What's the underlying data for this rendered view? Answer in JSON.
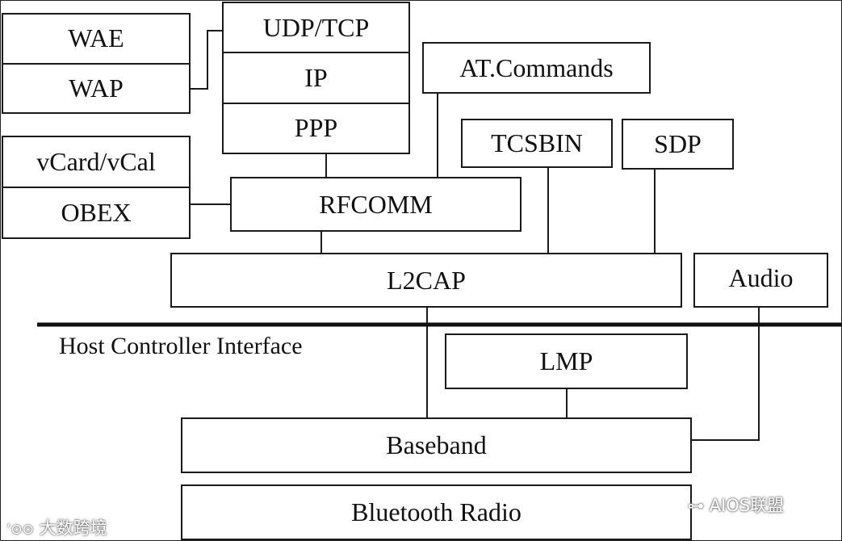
{
  "diagram": {
    "boxes": {
      "wae": "WAE",
      "wap": "WAP",
      "udp_tcp": "UDP/TCP",
      "ip": "IP",
      "ppp": "PPP",
      "at_commands": "AT.Commands",
      "vcard_vcal": "vCard/vCal",
      "obex": "OBEX",
      "tcsbin": "TCSBIN",
      "sdp": "SDP",
      "rfcomm": "RFCOMM",
      "l2cap": "L2CAP",
      "audio": "Audio",
      "lmp": "LMP",
      "baseband": "Baseband",
      "bluetooth_radio": "Bluetooth Radio"
    },
    "hci_label": "Host Controller Interface"
  },
  "watermarks": {
    "left": "大数跨境",
    "right": "AIOS联盟"
  }
}
